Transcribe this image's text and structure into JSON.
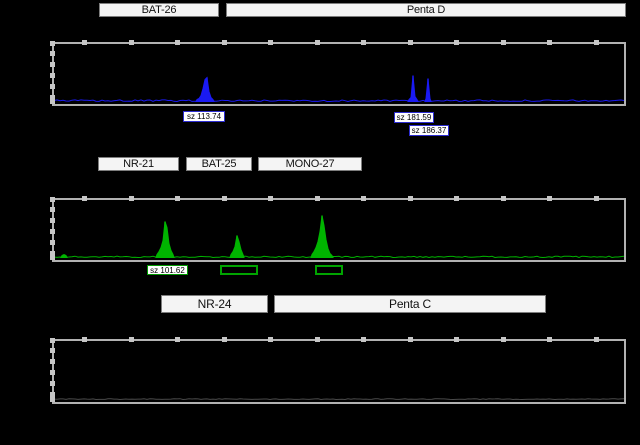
{
  "panels": [
    {
      "name": "dye-blue",
      "markers": [
        {
          "text": "BAT-26"
        },
        {
          "text": "Penta D"
        }
      ],
      "size_labels": [
        {
          "text": "sz 113.74"
        },
        {
          "text": "sz 181.59"
        },
        {
          "text": "sz 186.37"
        }
      ]
    },
    {
      "name": "dye-green",
      "markers": [
        {
          "text": "NR-21"
        },
        {
          "text": "BAT-25"
        },
        {
          "text": "MONO-27"
        }
      ],
      "size_labels": [
        {
          "text": "sz 101.62"
        }
      ]
    },
    {
      "name": "dye-black",
      "markers": [
        {
          "text": "NR-24"
        },
        {
          "text": "Penta C"
        }
      ],
      "size_labels": []
    }
  ],
  "colors": {
    "background": "#000000",
    "panel_border": "#b2b2b2",
    "tick": "#c6c6c6",
    "blue_trace": "#1a1af2",
    "green_trace": "#00b400",
    "faint_trace": "#4a4a4a",
    "marker_box_bg": "#f4f4f4",
    "size_label_border_blue": "#2d2dd0",
    "size_label_border_green": "#009a00"
  },
  "chart_data": [
    {
      "type": "area",
      "title": "",
      "dye": "blue",
      "trace_color": "#1a1af2",
      "markers": [
        "BAT-26",
        "Penta D"
      ],
      "baseline_noise_amp": 1.6,
      "peaks": [
        {
          "marker": "BAT-26",
          "size_bp": 113.74,
          "label": "sz 113.74",
          "spikes": [
            [
              143,
              2
            ],
            [
              145,
              3
            ],
            [
              147,
              6
            ],
            [
              149,
              13
            ],
            [
              151,
              22
            ],
            [
              153,
              24
            ],
            [
              155,
              10
            ],
            [
              157,
              4
            ],
            [
              159,
              2
            ]
          ]
        },
        {
          "marker": "Penta D",
          "size_bp": 181.59,
          "label": "sz 181.59",
          "spikes": [
            [
              355,
              2
            ],
            [
              357,
              4
            ],
            [
              359,
              26
            ],
            [
              361,
              5
            ],
            [
              363,
              2
            ]
          ]
        },
        {
          "marker": "Penta D",
          "size_bp": 186.37,
          "label": "sz 186.37",
          "spikes": [
            [
              372,
              3
            ],
            [
              374,
              23
            ],
            [
              376,
              3
            ]
          ]
        }
      ]
    },
    {
      "type": "area",
      "title": "",
      "dye": "green",
      "trace_color": "#00b400",
      "markers": [
        "NR-21",
        "BAT-25",
        "MONO-27"
      ],
      "baseline_noise_amp": 1.3,
      "peaks": [
        {
          "marker": "noise",
          "size_bp": null,
          "label": "",
          "spikes": [
            [
              8,
              2
            ],
            [
              10,
              3
            ],
            [
              12,
              2
            ]
          ]
        },
        {
          "marker": "NR-21",
          "size_bp": 101.62,
          "label": "sz 101.62",
          "spikes": [
            [
              103,
              3
            ],
            [
              105,
              6
            ],
            [
              107,
              10
            ],
            [
              109,
              17
            ],
            [
              111,
              36
            ],
            [
              113,
              30
            ],
            [
              115,
              14
            ],
            [
              117,
              7
            ],
            [
              119,
              3
            ]
          ]
        },
        {
          "marker": "BAT-25",
          "size_bp": null,
          "label": "",
          "spikes": [
            [
              177,
              3
            ],
            [
              179,
              6
            ],
            [
              181,
              11
            ],
            [
              183,
              22
            ],
            [
              185,
              16
            ],
            [
              187,
              8
            ],
            [
              189,
              3
            ]
          ]
        },
        {
          "marker": "MONO-27",
          "size_bp": null,
          "label": "",
          "spikes": [
            [
              258,
              3
            ],
            [
              260,
              6
            ],
            [
              262,
              10
            ],
            [
              264,
              16
            ],
            [
              266,
              26
            ],
            [
              268,
              42
            ],
            [
              270,
              32
            ],
            [
              272,
              18
            ],
            [
              274,
              9
            ],
            [
              276,
              4
            ],
            [
              278,
              2
            ]
          ]
        }
      ]
    },
    {
      "type": "area",
      "title": "",
      "dye": "black",
      "trace_color": "#4a4a4a",
      "markers": [
        "NR-24",
        "Penta C"
      ],
      "baseline_noise_amp": 0.8,
      "peaks": []
    }
  ]
}
